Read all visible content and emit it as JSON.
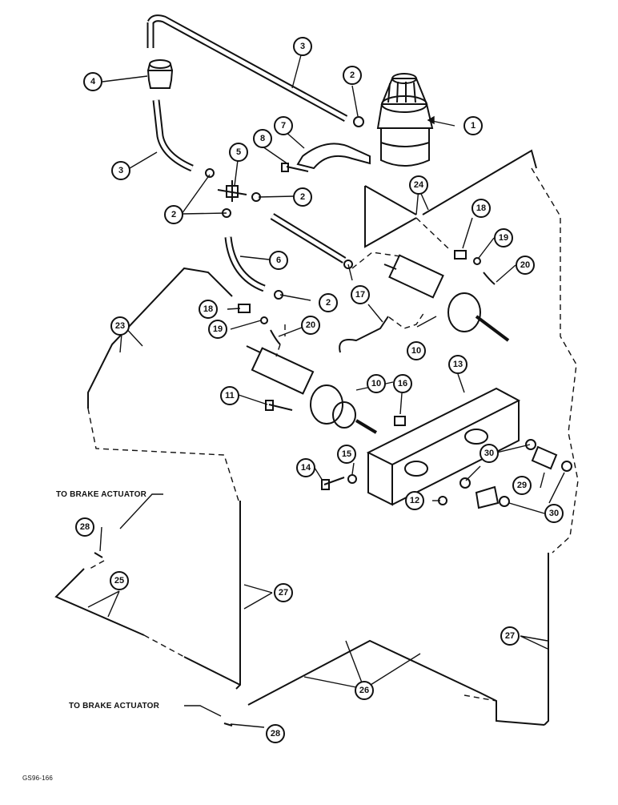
{
  "diagram": {
    "callouts": [
      {
        "n": "1"
      },
      {
        "n": "2"
      },
      {
        "n": "3"
      },
      {
        "n": "4"
      },
      {
        "n": "5"
      },
      {
        "n": "6"
      },
      {
        "n": "7"
      },
      {
        "n": "8"
      },
      {
        "n": "10"
      },
      {
        "n": "11"
      },
      {
        "n": "12"
      },
      {
        "n": "13"
      },
      {
        "n": "14"
      },
      {
        "n": "15"
      },
      {
        "n": "16"
      },
      {
        "n": "17"
      },
      {
        "n": "18"
      },
      {
        "n": "19"
      },
      {
        "n": "20"
      },
      {
        "n": "23"
      },
      {
        "n": "24"
      },
      {
        "n": "25"
      },
      {
        "n": "26"
      },
      {
        "n": "27"
      },
      {
        "n": "28"
      },
      {
        "n": "29"
      },
      {
        "n": "30"
      }
    ],
    "notes": {
      "brake_actuator_top": "TO BRAKE ACTUATOR",
      "brake_actuator_bottom": "TO BRAKE ACTUATOR"
    },
    "figure_code": "GS96-166"
  }
}
